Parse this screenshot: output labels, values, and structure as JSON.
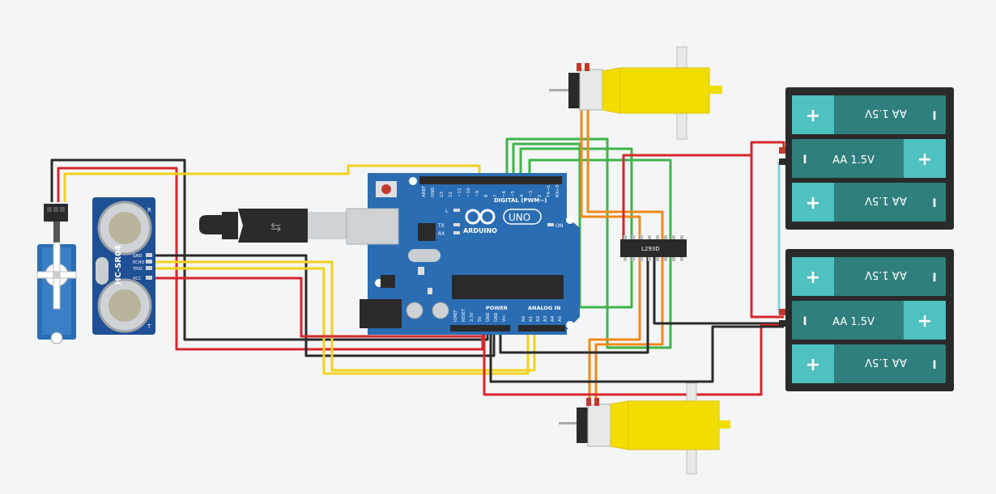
{
  "arduino": {
    "brand": "ARDUINO",
    "model": "UNO",
    "digital_label": "DIGITAL (PWM~)",
    "power_label": "POWER",
    "analog_label": "ANALOG IN",
    "on_label": "ON",
    "l_label": "L",
    "tx_label": "TX",
    "rx_label": "RX",
    "digital_pins": [
      "AREF",
      "GND",
      "13",
      "12",
      "~11",
      "~10",
      "~9",
      "8",
      "7",
      "~6",
      "~5",
      "4",
      "~3",
      "2",
      "TX→1",
      "RX←0"
    ],
    "power_pins": [
      "IOREF",
      "RESET",
      "3.3V",
      "5V",
      "GND",
      "GND",
      "Vin"
    ],
    "analog_pins": [
      "A0",
      "A1",
      "A2",
      "A3",
      "A4",
      "A5"
    ]
  },
  "ultrasonic": {
    "model": "HC-SR04",
    "pins": [
      "GND",
      "ECHO",
      "TRIG",
      "VCC"
    ],
    "mark_t": "T",
    "mark_r": "R"
  },
  "driver": {
    "label": "L293D"
  },
  "batteries": [
    {
      "cells": [
        {
          "label": "AA 1.5V",
          "plus": "+",
          "minus": "I"
        },
        {
          "label": "AA 1.5V",
          "plus": "+",
          "minus": "I"
        },
        {
          "label": "AA 1.5V",
          "plus": "+",
          "minus": "I"
        }
      ]
    },
    {
      "cells": [
        {
          "label": "AA 1.5V",
          "plus": "+",
          "minus": "I"
        },
        {
          "label": "AA 1.5V",
          "plus": "+",
          "minus": "I"
        },
        {
          "label": "AA 1.5V",
          "plus": "+",
          "minus": "I"
        }
      ]
    }
  ],
  "colors": {
    "wire_red": "#d6262b",
    "wire_black": "#2a2a2a",
    "wire_yellow": "#f2d21b",
    "wire_orange": "#ef8a17",
    "wire_green": "#3cb54a",
    "wire_teal": "#7fd1e6",
    "board": "#2a6db3",
    "battery_cell": "#2f7f7c",
    "battery_cap": "#4fc1c0",
    "motor_yellow": "#f2dd00"
  }
}
